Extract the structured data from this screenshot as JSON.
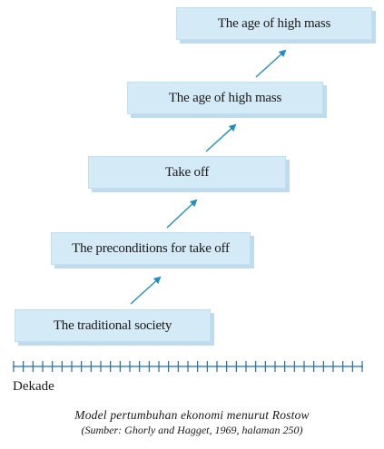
{
  "stages": [
    "The traditional society",
    "The preconditions for take off",
    "Take off",
    "The age of high mass",
    "The age of high mass"
  ],
  "axis": {
    "label": "Dekade"
  },
  "caption": {
    "main": "Model pertumbuhan ekonomi menurut Rostow",
    "source": "(Sumber: Ghorly and Hagget, 1969, halaman 250)"
  },
  "colors": {
    "box_fill": "#d4eaf6",
    "box_shadow": "#bfdcee",
    "arrow": "#1e8fc2",
    "axis": "#1f6fa8"
  }
}
